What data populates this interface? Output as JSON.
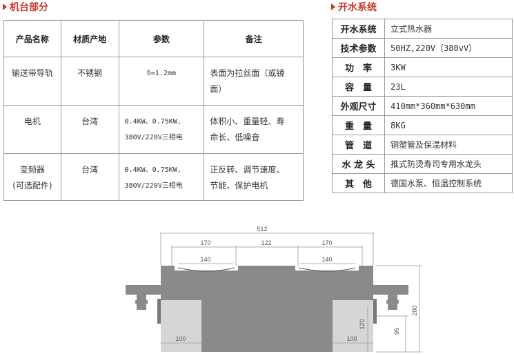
{
  "left_section": {
    "title": "机台部分"
  },
  "right_section": {
    "title": "开水系统"
  },
  "machine_table": {
    "headers": [
      "产品名称",
      "材质产地",
      "参数",
      "备注"
    ],
    "rows": [
      {
        "name": [
          "输送带导轨"
        ],
        "origin": "不锈钢",
        "params": [
          "δ=1.2mm"
        ],
        "note": [
          "表面为拉丝面（或镜",
          "面）"
        ]
      },
      {
        "name": [
          "电机"
        ],
        "origin": "台湾",
        "params": [
          "0.4KW、0.75KW,",
          "380V/220V三相电"
        ],
        "note": [
          "体积小、重量轻、寿",
          "命长、低噪音"
        ]
      },
      {
        "name": [
          "变频器",
          "(可选配件)"
        ],
        "origin": "台湾",
        "params": [
          "0.4KW、0.75KW,",
          "380V/220V三相电"
        ],
        "note": [
          "正反转、调节速度、",
          "节能、保护电机"
        ]
      }
    ]
  },
  "water_table": {
    "rows": [
      {
        "key": "开水系统",
        "value": "立式热水器"
      },
      {
        "key": "技术参数",
        "value": "50HZ,220V（380vV）"
      },
      {
        "key": "功　率",
        "value": "3KW"
      },
      {
        "key": "容　量",
        "value": "23L"
      },
      {
        "key": "外观尺寸",
        "value": "410mm*360mm*630mm"
      },
      {
        "key": "重　量",
        "value": "8KG"
      },
      {
        "key": "管　道",
        "value": "铜塑管及保温材料"
      },
      {
        "key": "水 龙 头",
        "value": "推式防烫寿司专用水龙头"
      },
      {
        "key": "其　他",
        "value": "德国水泵、恒温控制系统"
      }
    ]
  },
  "drawing": {
    "dim_total": "512",
    "dim_left": "170",
    "dim_mid": "122",
    "dim_right": "170",
    "dim_inner_left": "140",
    "dim_inner_right": "140",
    "dim_height": "200",
    "dim_120": "120",
    "dim_95": "95",
    "dim_bottom_left": "100",
    "dim_bottom_right": "100"
  }
}
